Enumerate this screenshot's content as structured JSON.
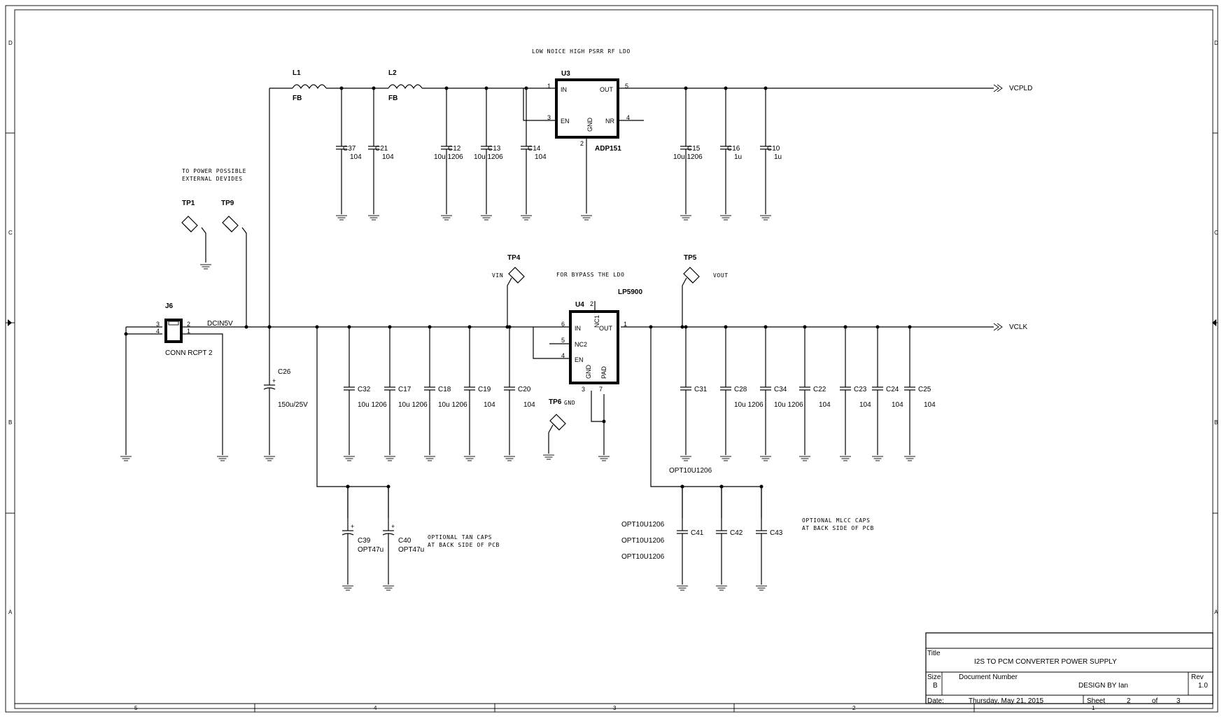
{
  "notes": {
    "ldo_title": "LOW NOICE HIGH PSRR RF LDO",
    "power_note_1": "TO POWER POSSIBLE",
    "power_note_2": "EXTERNAL DEVIDES",
    "bypass": "FOR BYPASS THE LDO",
    "tan_1": "OPTIONAL TAN CAPS",
    "tan_2": "AT BACK SIDE OF PCB",
    "mlcc_1": "OPTIONAL MLCC CAPS",
    "mlcc_2": "AT BACK SIDE OF PCB"
  },
  "nets": {
    "vcpld": "VCPLD",
    "vclk": "VCLK",
    "dcin": "DCIN5V",
    "vin": "VIN",
    "vout": "VOUT",
    "gnd": "GND"
  },
  "inductors": [
    {
      "ref": "L1",
      "value": "FB"
    },
    {
      "ref": "L2",
      "value": "FB"
    }
  ],
  "u3": {
    "ref": "U3",
    "part": "ADP151",
    "pin_in": "IN",
    "pin_out": "OUT",
    "pin_en": "EN",
    "pin_gnd": "GND",
    "pin_nr": "NR",
    "n1": "1",
    "n5": "5",
    "n3": "3",
    "n4": "4",
    "n2": "2"
  },
  "u4": {
    "ref": "U4",
    "part": "LP5900",
    "pin_in": "IN",
    "pin_out": "OUT",
    "pin_nc1": "NC1",
    "pin_nc2": "NC2",
    "pin_en": "EN",
    "pin_gnd": "GND",
    "pin_pad": "PAD",
    "n6": "6",
    "n2": "2",
    "n1": "1",
    "n5": "5",
    "n4": "4",
    "n3": "3",
    "n7": "7"
  },
  "j6": {
    "ref": "J6",
    "part": "CONN RCPT 2",
    "p3": "3",
    "p4": "4",
    "p2": "2",
    "p1": "1"
  },
  "testpoints": [
    "TP1",
    "TP9",
    "TP4",
    "TP5",
    "TP6"
  ],
  "caps_top": [
    {
      "ref": "C37",
      "value": "104"
    },
    {
      "ref": "C21",
      "value": "104"
    },
    {
      "ref": "C12",
      "value": "10u 1206"
    },
    {
      "ref": "C13",
      "value": "10u 1206"
    },
    {
      "ref": "C14",
      "value": "104"
    },
    {
      "ref": "C15",
      "value": "10u 1206"
    },
    {
      "ref": "C16",
      "value": "1u"
    },
    {
      "ref": "C10",
      "value": "1u"
    }
  ],
  "caps_mid": [
    {
      "ref": "C26",
      "value": "150u/25V"
    },
    {
      "ref": "C32",
      "value": "10u 1206"
    },
    {
      "ref": "C17",
      "value": "10u 1206"
    },
    {
      "ref": "C18",
      "value": "10u 1206"
    },
    {
      "ref": "C19",
      "value": "104"
    },
    {
      "ref": "C20",
      "value": "104"
    },
    {
      "ref": "C31",
      "value": "OPT10U1206"
    },
    {
      "ref": "C28",
      "value": "10u 1206"
    },
    {
      "ref": "C34",
      "value": "10u 1206"
    },
    {
      "ref": "C22",
      "value": "104"
    },
    {
      "ref": "C23",
      "value": "104"
    },
    {
      "ref": "C24",
      "value": "104"
    },
    {
      "ref": "C25",
      "value": "104"
    }
  ],
  "caps_bottom": [
    {
      "ref": "C39",
      "value": "OPT47u"
    },
    {
      "ref": "C40",
      "value": "OPT47u"
    },
    {
      "ref": "C41",
      "value": "OPT10U1206"
    },
    {
      "ref": "C42",
      "value": "OPT10U1206"
    },
    {
      "ref": "C43",
      "value": "OPT10U1206"
    }
  ],
  "title_block": {
    "title_label": "Title",
    "title": "I2S TO PCM CONVERTER  POWER SUPPLY",
    "size_label": "Size",
    "size": "B",
    "docnum_label": "Document Number",
    "docnum": "DESIGN BY Ian",
    "rev_label": "Rev",
    "rev": "1.0",
    "date_label": "Date:",
    "date": "Thursday, May 21, 2015",
    "sheet_label": "Sheet",
    "sheet": "2",
    "of_label": "of",
    "of": "3"
  },
  "border": {
    "rows": [
      "D",
      "C",
      "B",
      "A"
    ],
    "cols": [
      "5",
      "4",
      "3",
      "2",
      "1"
    ]
  }
}
